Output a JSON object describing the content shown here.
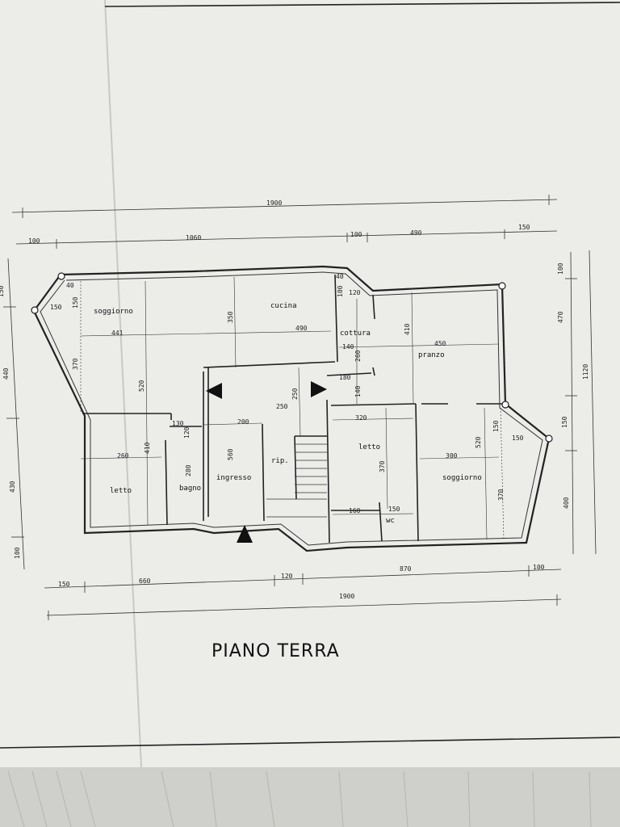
{
  "plan": {
    "title": "PIANO TERRA",
    "rooms": {
      "soggiorno_left": "soggiorno",
      "cucina": "cucina",
      "cottura": "cottura",
      "pranzo": "pranzo",
      "letto_left": "letto",
      "bagno": "bagno",
      "ingresso": "ingresso",
      "rip": "rip.",
      "letto_mid": "letto",
      "wc": "wc",
      "soggiorno_right": "soggiorno"
    },
    "dims": {
      "top_total": "1900",
      "top_100_left": "100",
      "top_1060": "1060",
      "top_100_mid": "100",
      "top_490": "490",
      "top_150": "150",
      "d_40_a": "40",
      "d_150_a": "150",
      "d_150_b": "150",
      "d_441": "441",
      "d_370_left": "370",
      "d_520_left": "520",
      "d_350": "350",
      "d_490": "490",
      "d_40_b": "40",
      "d_100_c": "100",
      "d_120_a": "120",
      "d_140_a": "140",
      "d_260": "260",
      "d_410_a": "410",
      "d_450": "450",
      "d_180": "180",
      "d_250": "250",
      "d_250_b": "250",
      "d_140_b": "140",
      "d_320": "320",
      "d_130": "130",
      "d_120_b": "120",
      "d_200": "200",
      "d_260_b": "260",
      "d_410_b": "410",
      "d_280": "280",
      "d_560": "560",
      "d_370_mid": "370",
      "d_160": "160",
      "d_150_c": "150",
      "d_300": "300",
      "d_520_right": "520",
      "d_370_right": "370",
      "d_150_d": "150",
      "d_150_e": "150",
      "right_100": "100",
      "right_470": "470",
      "right_150": "150",
      "right_400": "400",
      "right_1120": "1120",
      "left_150": "150",
      "left_440": "440",
      "left_430": "430",
      "left_100": "100",
      "bot_150": "150",
      "bot_660": "660",
      "bot_120": "120",
      "bot_870": "870",
      "bot_100": "100",
      "bot_total": "1900"
    }
  }
}
